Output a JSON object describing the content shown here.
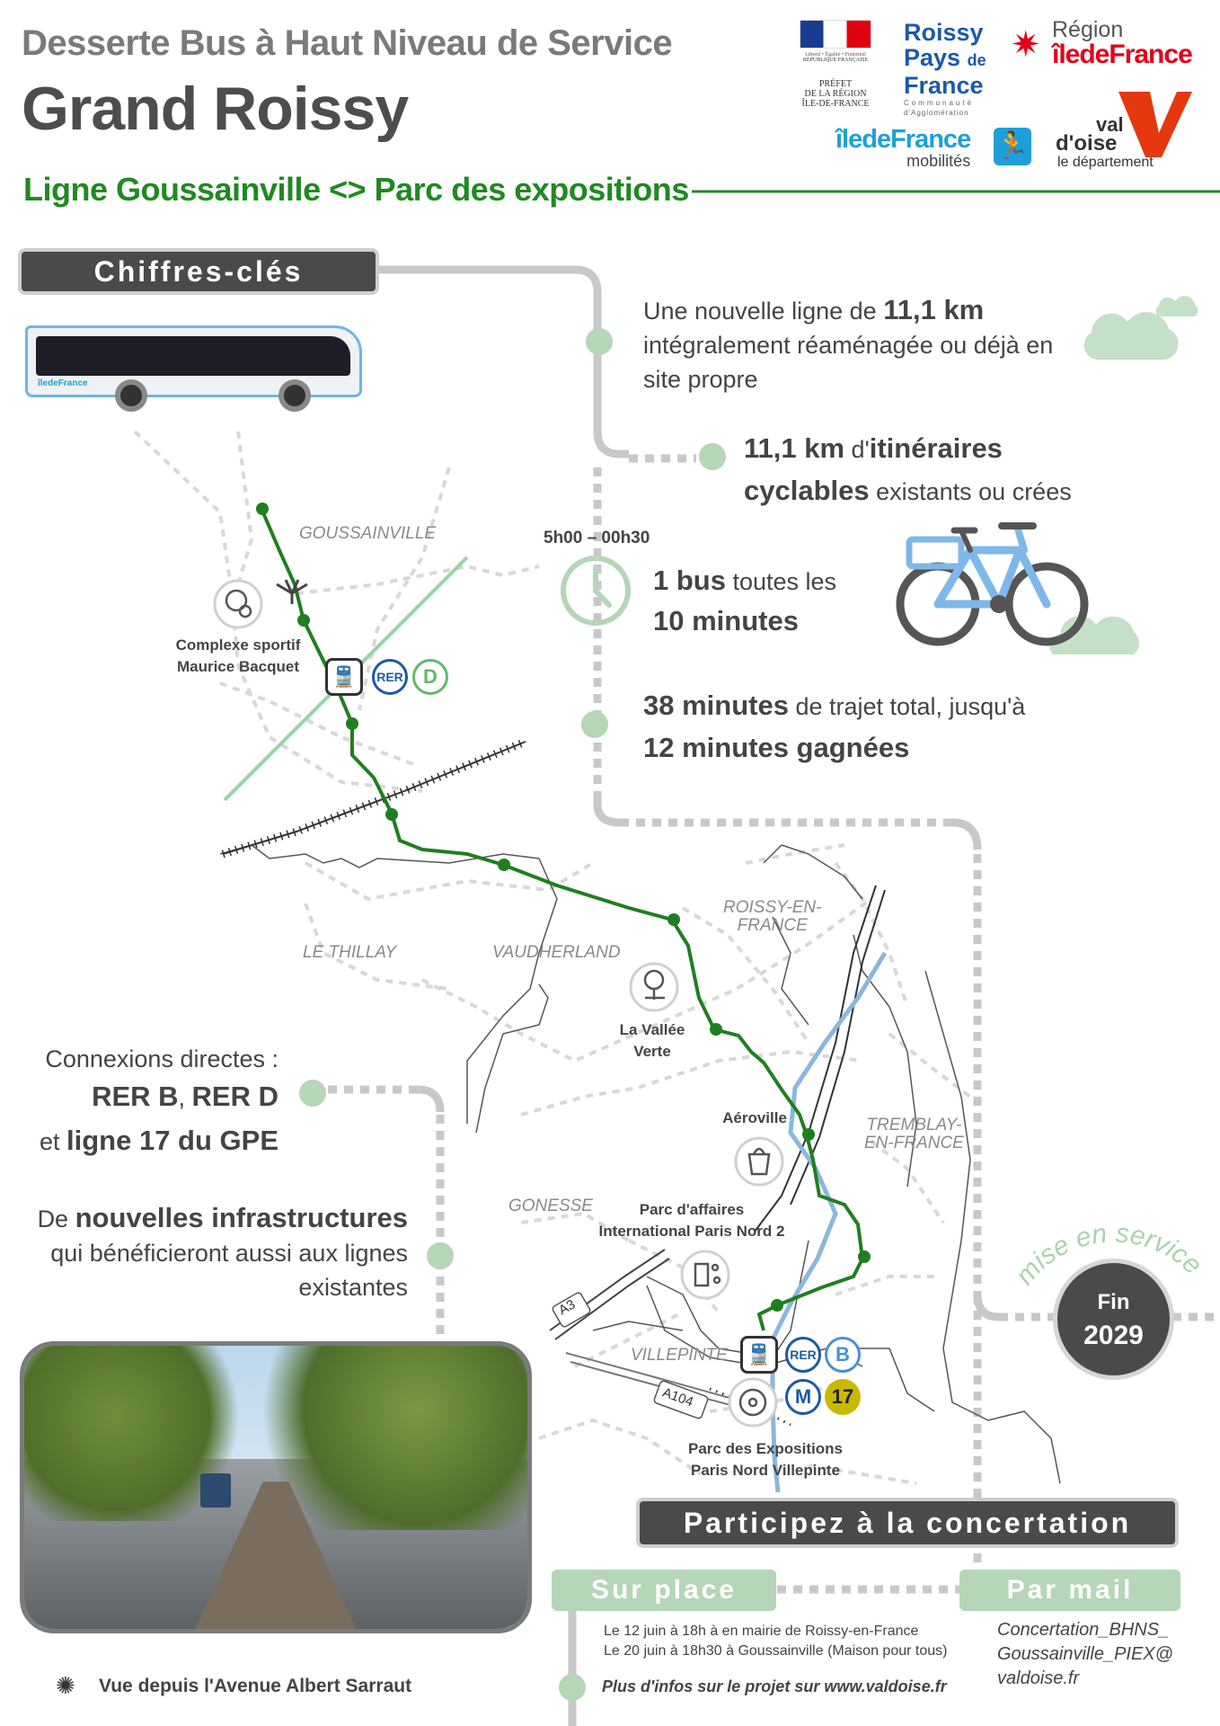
{
  "header": {
    "subtitle": "Desserte Bus à Haut Niveau de Service",
    "title": "Grand Roissy",
    "line_name": "Ligne Goussainville <> Parc des expositions"
  },
  "logos": {
    "prefet": {
      "line1": "Liberté • Égalité • Fraternité",
      "line2": "RÉPUBLIQUE FRANÇAISE",
      "line3": "PRÉFET",
      "line4": "DE LA RÉGION",
      "line5": "ÎLE-DE-FRANCE"
    },
    "roissy": {
      "line1": "Roissy",
      "line2a": "Pays",
      "line2b": "de",
      "line3": "France",
      "line4": "Communauté",
      "line5": "d'Agglomération"
    },
    "region": {
      "line1": "Région",
      "line2a": "îlede",
      "line2b": "France"
    },
    "idfm": {
      "line1a": "îlede",
      "line1b": "France",
      "line2": "mobilités"
    },
    "valdoise": {
      "line1": "val",
      "line2": "d'oise",
      "line3": "le département"
    }
  },
  "key_figures": {
    "section_title": "Chiffres-clés",
    "bus_brand": "îledeFrance",
    "f1": {
      "pre": "Une nouvelle ligne de ",
      "bold": "11,1 km",
      "rest1": "intégralement réaménagée ou déjà en",
      "rest2": "site propre"
    },
    "f2": {
      "b1": "11,1 km",
      "t1": " d'",
      "b2": "itinéraires",
      "b3": "cyclables",
      "t2": " existants ou crées"
    },
    "f3": {
      "hours": "5h00 – 00h30",
      "b1": "1 bus",
      "t1": " toutes les",
      "b2": "10 minutes"
    },
    "f4": {
      "b1": "38 minutes",
      "t1": " de trajet total, jusqu'à",
      "b2": "12 minutes gagnées"
    },
    "connections": {
      "l1": "Connexions directes :",
      "b1": "RER B",
      "sep": ", ",
      "b2": "RER D",
      "t2": "et ",
      "b3": "ligne 17 du GPE"
    },
    "infra": {
      "t1": "De ",
      "b1": "nouvelles infrastructures",
      "l2": "qui bénéficieront aussi aux lignes",
      "l3": "existantes"
    }
  },
  "map": {
    "places": {
      "goussainville": "GOUSSAINVILLE",
      "le_thillay": "LE THILLAY",
      "vaudherland": "VAUDHERLAND",
      "roissy1": "ROISSY-EN-",
      "roissy2": "FRANCE",
      "tremblay1": "TREMBLAY-",
      "tremblay2": "EN-FRANCE",
      "gonesse": "GONESSE",
      "villepinte": "VILLEPINTE"
    },
    "pois": {
      "complexe1": "Complexe sportif",
      "complexe2": "Maurice Bacquet",
      "vallee1": "La Vallée",
      "vallee2": "Verte",
      "aeroville": "Aéroville",
      "parc_affaires1": "Parc d'affaires",
      "parc_affaires2": "International Paris Nord 2",
      "parc_expo1": "Parc des Expositions",
      "parc_expo2": "Paris Nord Villepinte"
    },
    "roads": {
      "a3": "A3",
      "a104": "A104"
    },
    "badges": {
      "rer": "RER",
      "d": "D",
      "b": "B",
      "m": "M",
      "l17": "17"
    }
  },
  "service": {
    "arc": "mise en service",
    "l1": "Fin",
    "l2": "2029"
  },
  "photo_caption": "Vue depuis l'Avenue Albert Sarraut",
  "concertation": {
    "title": "Participez à la concertation",
    "sur_place": "Sur place",
    "par_mail": "Par mail",
    "date1": "Le 12 juin à 18h à en mairie de Roissy-en-France",
    "date2": "Le 20 juin à 18h30 à Goussainville (Maison pour tous)",
    "mail1": "Concertation_BHNS_",
    "mail2": "Goussainville_PIEX@",
    "mail3": "valdoise.fr",
    "more_pre": "Plus d'infos sur le projet sur ",
    "more_url": "www.valdoise.fr"
  },
  "colors": {
    "route": "#1f7f1f",
    "node": "#b5d6b7",
    "dark": "#4a4a4a",
    "rail_green": "#9ad3a8",
    "river": "#8ab7df"
  }
}
